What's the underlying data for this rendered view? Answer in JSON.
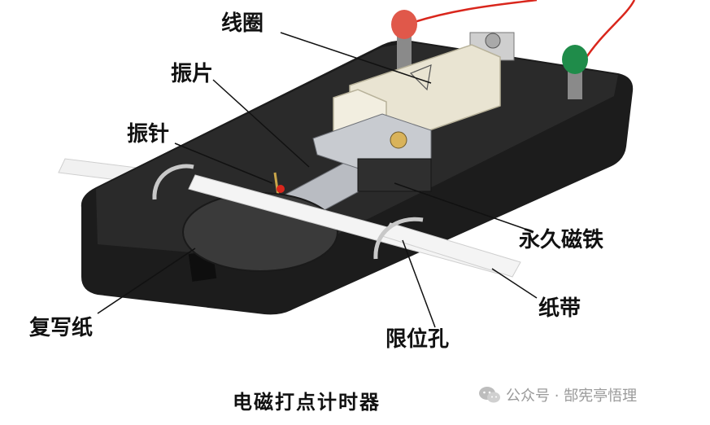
{
  "labels": {
    "coil": "线圈",
    "vibrating_plate": "振片",
    "vibrating_needle": "振针",
    "permanent_magnet": "永久磁铁",
    "paper_tape": "纸带",
    "carbon_paper": "复写纸",
    "limit_hole": "限位孔"
  },
  "caption": "电磁打点计时器",
  "watermark": {
    "text": "公众号 · 郜宪亭悟理",
    "icon": "wechat-icon"
  },
  "colors": {
    "base": "#1c1c1c",
    "coil": "#e9e4d2",
    "terminal_red": "#e0584a",
    "terminal_green": "#1f8c4a",
    "metal": "#b9bcc2",
    "carbon": "#3a3a3a",
    "tape": "#f4f4f4",
    "wire": "#d9261c"
  }
}
